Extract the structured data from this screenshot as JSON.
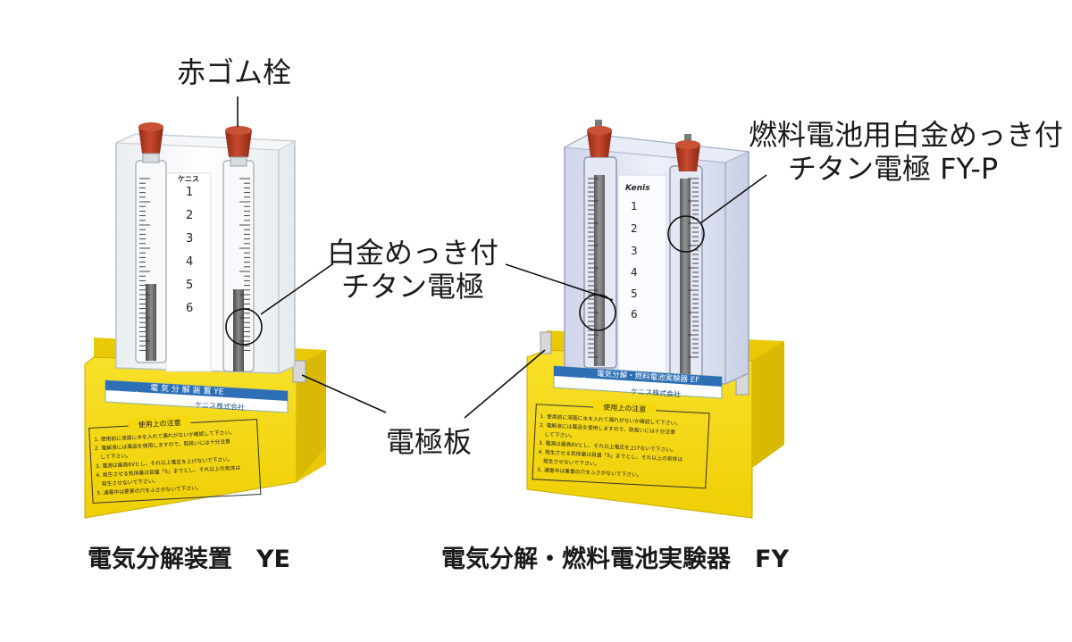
{
  "callouts": {
    "red_stopper": "赤ゴム栓",
    "platinum_electrode_line1": "白金めっき付",
    "platinum_electrode_line2": "チタン電極",
    "fuel_cell_electrode_line1": "燃料電池用白金めっき付",
    "fuel_cell_electrode_line2": "チタン電極 FY-P",
    "electrode_plate": "電極板"
  },
  "captions": {
    "left": "電気分解装置　YE",
    "right": "電気分解・燃料電池実験器　FY"
  },
  "devices": {
    "left": {
      "brand": "Kenis",
      "window_label": "ケニス",
      "scale_numbers": [
        "1",
        "2",
        "3",
        "4",
        "5",
        "6"
      ],
      "label_title": "電 気 分 解 装 置 YE",
      "maker": "ケニス株式会社",
      "notice_title": "使用上の注意",
      "notice_lines": [
        "1. 使用前に液面に水を入れて漏れがないか確認して下さい。",
        "2. 電解液には薬品を使用しますので、取扱いには十分注意",
        "　して下さい。",
        "3. 電源は最高6Vとし、それ以上電圧を上げないで下さい。",
        "4. 発生させる気体量は目盛「5」までとし、それ以上の気体は",
        "　発生させないで下さい。",
        "5. 通電中は要素の穴をふさがないで下さい。"
      ]
    },
    "right": {
      "brand": "Kenis",
      "scale_numbers": [
        "1",
        "2",
        "3",
        "4",
        "5",
        "6"
      ],
      "label_title": "電気分解・燃料電池実験器 EF",
      "maker": "ケニス株式会社",
      "notice_title": "使用上の注意",
      "notice_lines": [
        "1. 使用前に液面に水を入れて漏れがないか確認して下さい。",
        "2. 電解液には薬品を使用しますので、取扱いには十分注意",
        "　して下さい。",
        "3. 電源は最高6Vとし、それ以上電圧を上げないで下さい。",
        "4. 発生させる気体量は目盛「5」までとし、それ以上の気体は",
        "　発生させないで下さい。",
        "5. 通電中は兼書の穴をふさがないで下さい。"
      ]
    }
  },
  "colors": {
    "stand_yellow": "#f5d90a",
    "stopper_red": "#b23a22",
    "label_blue": "#2d6fb5",
    "electrode_gray": "#6f6f6f"
  }
}
